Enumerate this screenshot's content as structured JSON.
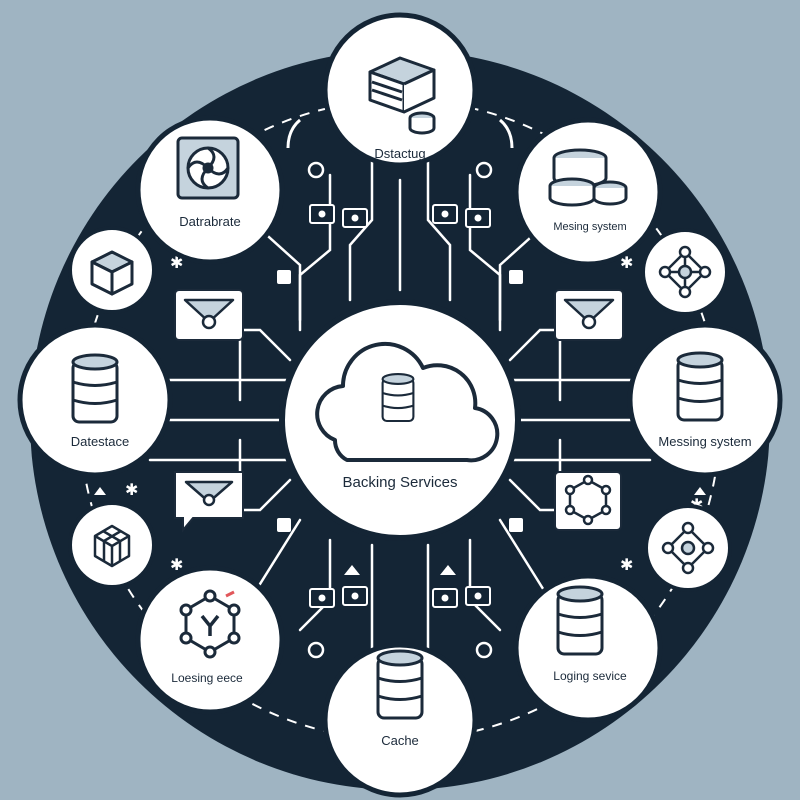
{
  "colors": {
    "background": "#9fb4c2",
    "disc": "#142535",
    "node_fill": "#ffffff",
    "icon_stroke": "#1b2a3a",
    "icon_tint": "#c5d3dd",
    "accent": "#e1575b"
  },
  "center": {
    "label": "Backing Services",
    "icon": "cloud-database-icon"
  },
  "nodes": [
    {
      "id": "top",
      "label": "Dstactug",
      "icon": "stacked-servers-icon"
    },
    {
      "id": "top-left",
      "label": "Datrabrate",
      "icon": "fan-drive-icon"
    },
    {
      "id": "top-right",
      "label": "Mesing system",
      "icon": "database-stack-icon"
    },
    {
      "id": "left",
      "label": "Datestace",
      "icon": "database-icon"
    },
    {
      "id": "right",
      "label": "Messing system",
      "icon": "database-icon"
    },
    {
      "id": "bottom-left",
      "label": "Loesing eece",
      "icon": "hexagon-network-icon"
    },
    {
      "id": "bottom-right",
      "label": "Loging sevice",
      "icon": "database-icon"
    },
    {
      "id": "bottom",
      "label": "Cache",
      "icon": "database-icon"
    },
    {
      "id": "small-left-top",
      "label": "",
      "icon": "cube-icon"
    },
    {
      "id": "small-left-bottom",
      "label": "",
      "icon": "wireframe-cube-icon"
    },
    {
      "id": "small-right-top",
      "label": "",
      "icon": "network-nodes-icon"
    },
    {
      "id": "small-right-bottom",
      "label": "",
      "icon": "network-nodes-icon"
    }
  ],
  "satellites": [
    {
      "id": "sat-upper-left",
      "icon": "envelope-icon"
    },
    {
      "id": "sat-upper-right",
      "icon": "envelope-icon"
    },
    {
      "id": "sat-lower-left",
      "icon": "message-bubble-icon"
    },
    {
      "id": "sat-lower-right",
      "icon": "hexagon-network-icon"
    }
  ]
}
